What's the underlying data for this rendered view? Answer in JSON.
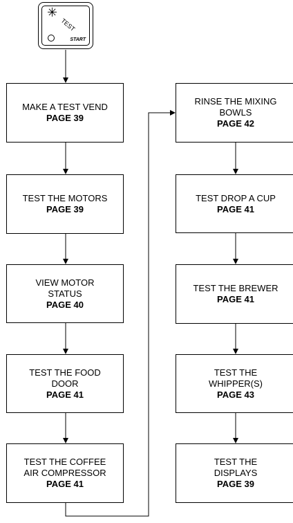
{
  "key": {
    "symbol": "✳",
    "label": "TEST",
    "start_label": "START"
  },
  "left_column": [
    {
      "lines": [
        "MAKE A TEST VEND"
      ],
      "page": "PAGE 39"
    },
    {
      "lines": [
        "TEST THE MOTORS"
      ],
      "page": "PAGE 39"
    },
    {
      "lines": [
        "VIEW MOTOR",
        "STATUS"
      ],
      "page": "PAGE 40"
    },
    {
      "lines": [
        "TEST THE FOOD",
        "DOOR"
      ],
      "page": "PAGE 41"
    },
    {
      "lines": [
        "TEST THE COFFEE",
        "AIR COMPRESSOR"
      ],
      "page": "PAGE 41"
    }
  ],
  "right_column": [
    {
      "lines": [
        "RINSE THE MIXING",
        "BOWLS"
      ],
      "page": "PAGE 42"
    },
    {
      "lines": [
        "TEST DROP A CUP"
      ],
      "page": "PAGE 41"
    },
    {
      "lines": [
        "TEST THE BREWER"
      ],
      "page": "PAGE 41"
    },
    {
      "lines": [
        "TEST THE",
        "WHIPPER(S)"
      ],
      "page": "PAGE 43"
    },
    {
      "lines": [
        "TEST THE",
        "DISPLAYS"
      ],
      "page": "PAGE 39"
    }
  ]
}
